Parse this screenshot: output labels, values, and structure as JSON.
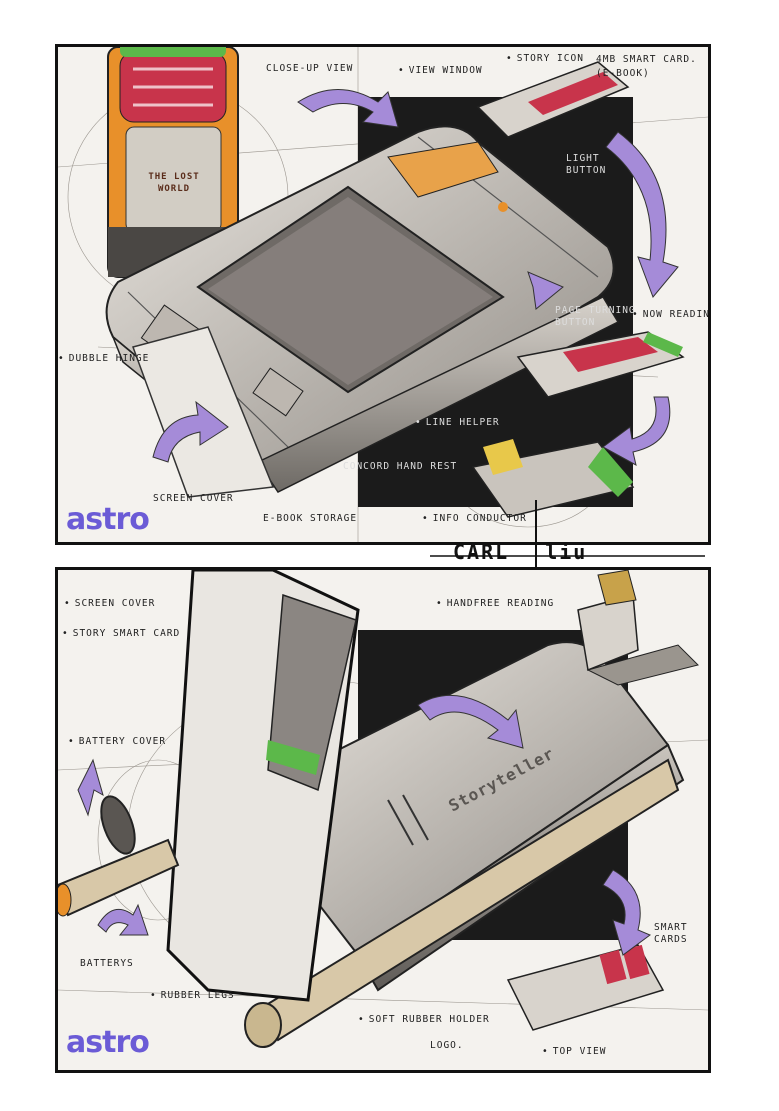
{
  "top_panel": {
    "labels": {
      "close_up_view": "CLOSE-UP VIEW",
      "view_window": "VIEW WINDOW",
      "story_icon": "STORY ICON",
      "smart_card": "4MB SMART CARD. (E-BOOK)",
      "light_button": "LIGHT BUTTON",
      "page_turning_button": "PAGE TURNING BUTTON",
      "now_reading": "NOW READING",
      "double_hinge": "DUBBLE HINGE",
      "line_helper": "LINE HELPER",
      "concord_hand_rest": "CONCORD HAND REST",
      "screen_cover": "SCREEN COVER",
      "ebook_storage": "E-BOOK STORAGE",
      "info_conductor": "INFO CONDUCTOR"
    },
    "card_text": "THE LOST WORLD",
    "brand": "astro"
  },
  "signature": {
    "first": "CARL",
    "last": "liu"
  },
  "bottom_panel": {
    "labels": {
      "screen_cover": "SCREEN COVER",
      "story_smart_card": "STORY SMART CARD",
      "handfree_reading": "HANDFREE READING",
      "battery_cover": "BATTERY COVER",
      "batterys": "BATTERYS",
      "rubber_legs": "RUBBER LEGS",
      "soft_rubber_holder": "SOFT RUBBER HOLDER",
      "logo": "LOGO.",
      "top_view": "TOP VIEW",
      "smart_cards": "SMART CARDS"
    },
    "device_logo": "Storyteller",
    "brand": "astro"
  },
  "colors": {
    "purple_arrow": "#a58bd8",
    "brand_purple": "#6b5bd6",
    "dark_backdrop": "#1b1b1b",
    "card_red": "#c8344b",
    "accent_orange": "#e8902a",
    "accent_green": "#5cb84a",
    "body_grey": "#c9c4bd"
  }
}
